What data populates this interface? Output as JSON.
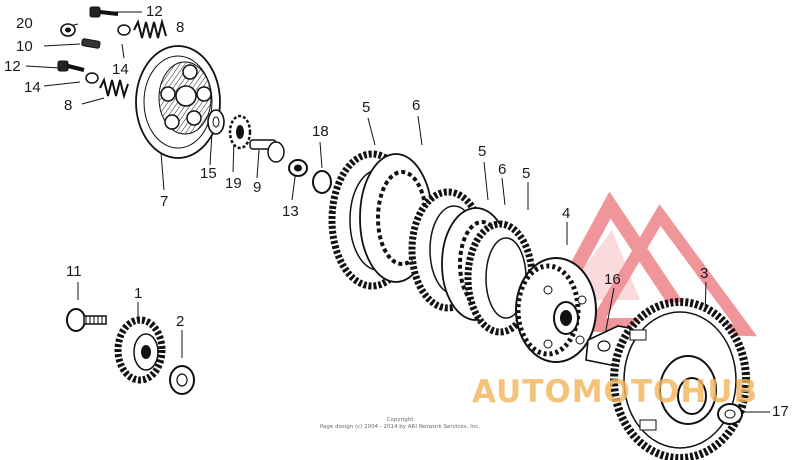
{
  "diagram": {
    "callouts": {
      "p20": "20",
      "p12a": "12",
      "p8a": "8",
      "p10": "10",
      "p14a": "14",
      "p12b": "12",
      "p14b": "14",
      "p8b": "8",
      "p7": "7",
      "p15": "15",
      "p19": "19",
      "p9": "9",
      "p18": "18",
      "p13": "13",
      "p5a": "5",
      "p6a": "6",
      "p5b": "5",
      "p6b": "6",
      "p5c": "5",
      "p4": "4",
      "p16": "16",
      "p3": "3",
      "p17": "17",
      "p11": "11",
      "p1": "1",
      "p2": "2"
    },
    "copyright_line1": "Copyright",
    "copyright_line2": "Page design (c) 2004 - 2014 by ARI Network Services, Inc."
  },
  "watermark": {
    "text": "AUTOMOTOHUB",
    "color_red": "#e5414a",
    "color_orange": "#f3b55e"
  }
}
